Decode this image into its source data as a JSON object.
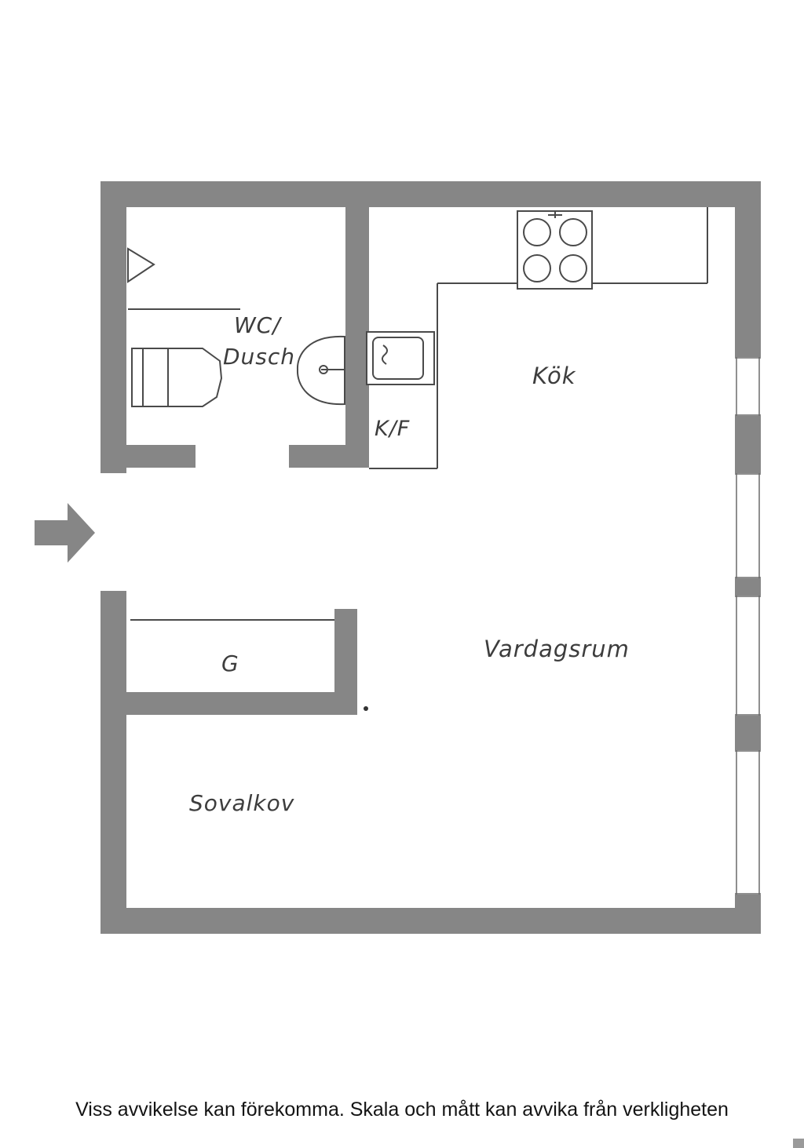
{
  "floorplan": {
    "wall_color": "#868686",
    "line_color": "#4a4a4a",
    "label_color": "#3d3d3d",
    "labels": {
      "wc_line1": "WC/",
      "wc_line2": "Dusch",
      "kitchen": "Kök",
      "fridge_freezer": "K/F",
      "living_room": "Vardagsrum",
      "wardrobe": "G",
      "sleeping_alcove": "Sovalkov"
    },
    "fixtures": [
      "entrance-arrow",
      "door-swing",
      "toilet",
      "washbasin",
      "kitchen-sink",
      "stove",
      "counter",
      "windows"
    ]
  },
  "footer": {
    "disclaimer": "Viss avvikelse kan förekomma. Skala och mått kan avvika från verkligheten"
  }
}
